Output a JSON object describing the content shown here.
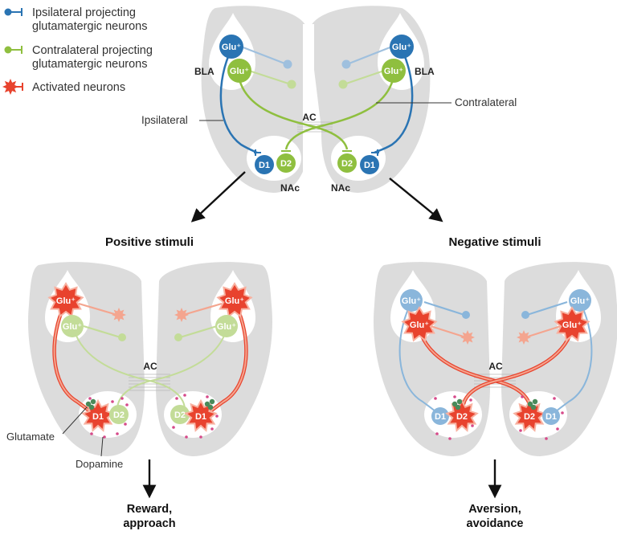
{
  "legend": {
    "ipsilateral": "Ipsilateral projecting\nglutamatergic neurons",
    "contralateral": "Contralateral projecting\nglutamatergic neurons",
    "activated": "Activated neurons"
  },
  "labels": {
    "bla": "BLA",
    "ac": "AC",
    "nac": "NAc",
    "ipsilateral": "Ipsilateral",
    "contralateral": "Contralateral",
    "glu": "Glu⁺",
    "d1": "D1",
    "d2": "D2",
    "glutamate": "Glutamate",
    "dopamine": "Dopamine"
  },
  "headings": {
    "positive": "Positive stimuli",
    "negative": "Negative stimuli"
  },
  "outcomes": {
    "positive": "Reward,\napproach",
    "negative": "Aversion,\navoidance"
  },
  "colors": {
    "ipsilateral_blue": "#2a74b3",
    "contralateral_green": "#8fbf3f",
    "activated_red": "#e8432e",
    "light_blue": "#8ab6db",
    "light_green": "#c3dc98",
    "light_red": "#f4a58f",
    "brain_gray": "#dcdcdc",
    "dopamine_pink": "#d64a8a"
  }
}
